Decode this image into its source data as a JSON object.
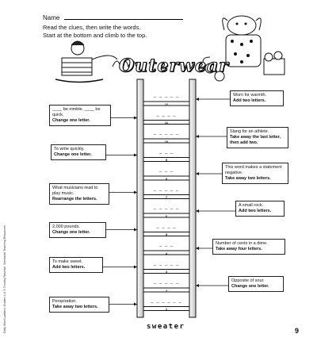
{
  "header": {
    "name_label": "Name"
  },
  "instructions": {
    "line1": "Read the clues, then write the words.",
    "line2": "Start at the bottom and climb to the top."
  },
  "title": "Outerwear",
  "sidebar_credit": "Daily Word Ladders: Grades 4–6 © Timothy Rasinski, Scholastic Teaching Resources",
  "clues": [
    {
      "n": "12",
      "text": "Worn for warmth.",
      "instr": "Add two letters."
    },
    {
      "n": "11",
      "text": "____ be nimble, ____ be quick.",
      "instr": "Change one letter."
    },
    {
      "n": "10",
      "text": "Slang for an athlete.",
      "instr": "Take away the last letter, then add two."
    },
    {
      "n": "9",
      "text": "To write quickly.",
      "instr": "Change one letter."
    },
    {
      "n": "8",
      "text": "This word makes a statement negative.",
      "instr": "Take away two letters."
    },
    {
      "n": "7",
      "text": "What musicians read to play music.",
      "instr": "Rearrange the letters."
    },
    {
      "n": "6",
      "text": "A small rock.",
      "instr": "Add two letters."
    },
    {
      "n": "5",
      "text": "2,000 pounds.",
      "instr": "Change one letter."
    },
    {
      "n": "4",
      "text": "Number of cents in a dime.",
      "instr": "Take away four letters."
    },
    {
      "n": "3",
      "text": "To make sweet.",
      "instr": "Add two letters."
    },
    {
      "n": "2",
      "text": "Opposite of sour.",
      "instr": "Change one letter."
    },
    {
      "n": "1",
      "text": "Perspiration.",
      "instr": "Take away two letters."
    }
  ],
  "rung_blanks": [
    "_ _ _ _ _",
    "_ _ _ _",
    "_ _ _ _ _",
    "_ _ _",
    "_ _ _",
    "_ _ _ _ _",
    "_ _ _ _ _",
    "_ _ _ _",
    "_ _ _",
    "_ _ _ _ _",
    "_ _ _ _ _",
    "_ _ _ _ _ _"
  ],
  "rung_numbers": [
    "12",
    "11",
    "10",
    "9",
    "8",
    "7",
    "6",
    "5",
    "4",
    "3",
    "2",
    "1"
  ],
  "base_word": "sweater",
  "page_number": "9",
  "colors": {
    "ink": "#111111",
    "ladder_fill": "#ffffff",
    "ladder_shade": "#bfbfbf"
  }
}
